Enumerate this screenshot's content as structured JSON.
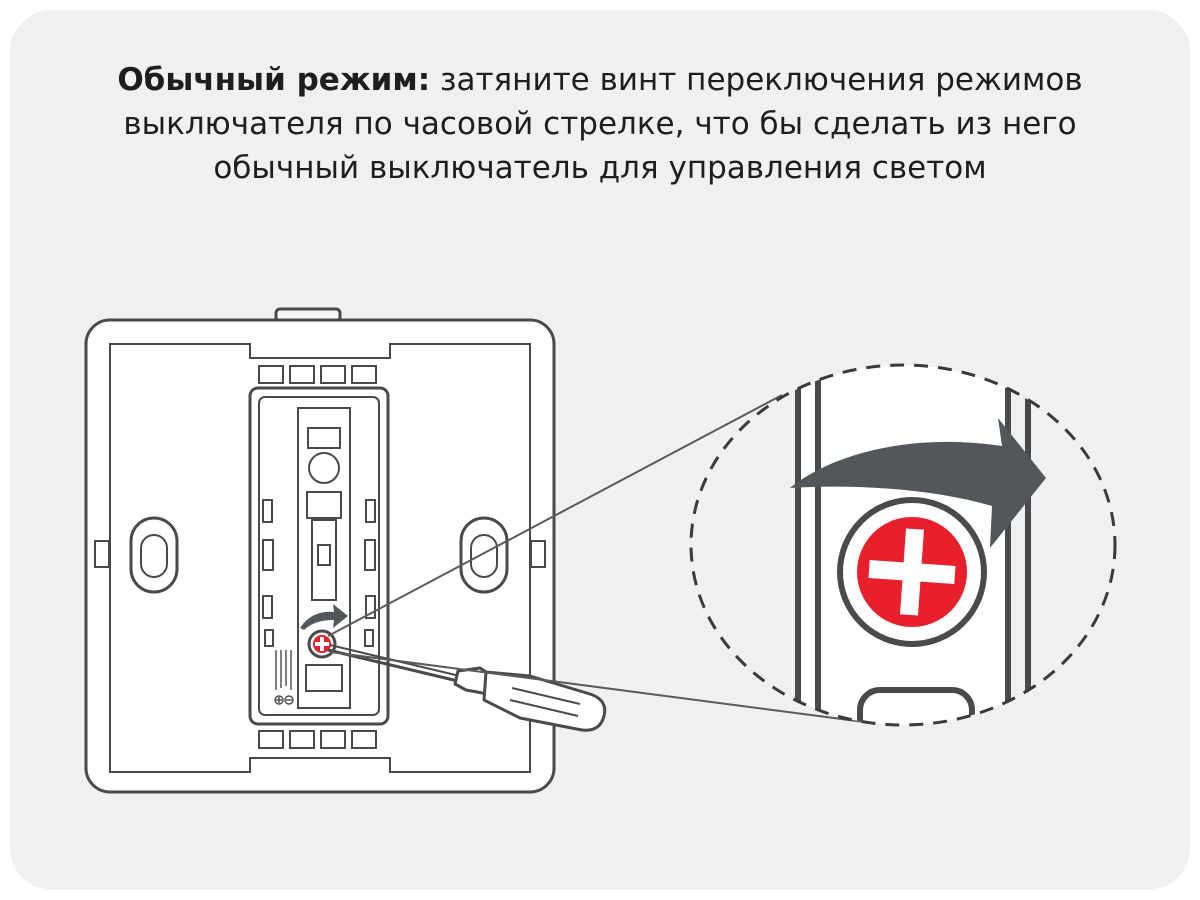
{
  "caption": {
    "title": "Обычный режим:",
    "line1": "затяните винт переключения режимов",
    "line2": "выключателя по часовой стрелке, что бы сделать из него",
    "line3": "обычный выключатель для управления светом"
  },
  "colors": {
    "background": "#f0f0f0",
    "outline": "#4a4a4a",
    "screw_red": "#e8202c",
    "arrow": "#53575c"
  },
  "icons": {
    "screw": "screw-icon",
    "arrow": "clockwise-arrow-icon",
    "screwdriver": "screwdriver-icon"
  }
}
